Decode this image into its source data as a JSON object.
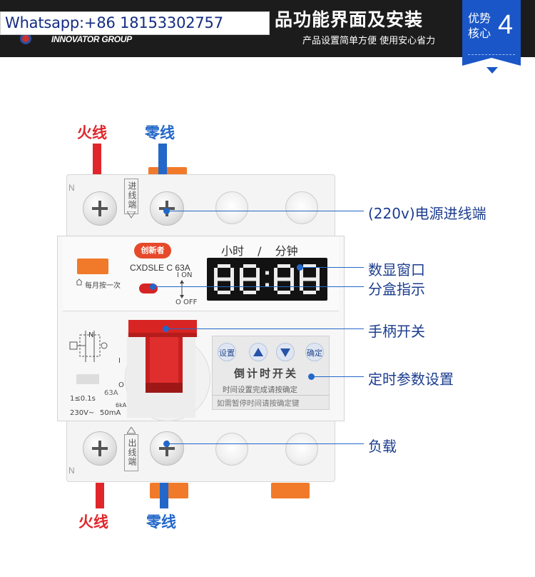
{
  "header": {
    "watermark": "Whatsapp:+86 18153302757",
    "brand": "INNOVATOR GROUP",
    "title": "品功能界面及安装",
    "subtitle": "产品设置简单方便 使用安心省力",
    "badge_line1": "优势",
    "badge_line2": "核心",
    "badge_number": "4",
    "accent_color": "#1a56c7"
  },
  "wires": {
    "top_live": "火线",
    "top_neutral": "零线",
    "bottom_live": "火线",
    "bottom_neutral": "零线",
    "live_color": "#e0262b",
    "neutral_color": "#2367c9"
  },
  "device": {
    "n_mark_top": "N",
    "n_mark_bottom": "N",
    "input_terminal": "进线端",
    "output_terminal": "出线端",
    "brand_logo": "创新者",
    "model": "CXDSLE C 63A",
    "on_label": "I ON",
    "off_label": "O OFF",
    "monthly_test": "每月按一次",
    "display_hours_label": "小时",
    "display_separator": "/",
    "display_minutes_label": "分钟",
    "display_value": "88:88",
    "spec_trip": "1≤0.1s",
    "spec_rating": "63A",
    "spec_voltage": "230V~",
    "spec_current": "50mA",
    "spec_ia": "6kA",
    "timer_buttons": [
      "设置",
      "▲",
      "▼",
      "确定"
    ],
    "timer_title": "倒计时开关",
    "timer_hint1": "时间设置完成请按确定",
    "timer_hint2": "如需暂停时间请按确定键"
  },
  "callouts": [
    "(220v)电源进线端",
    "数显窗口",
    "分盒指示",
    "手柄开关",
    "定时参数设置",
    "负载"
  ]
}
